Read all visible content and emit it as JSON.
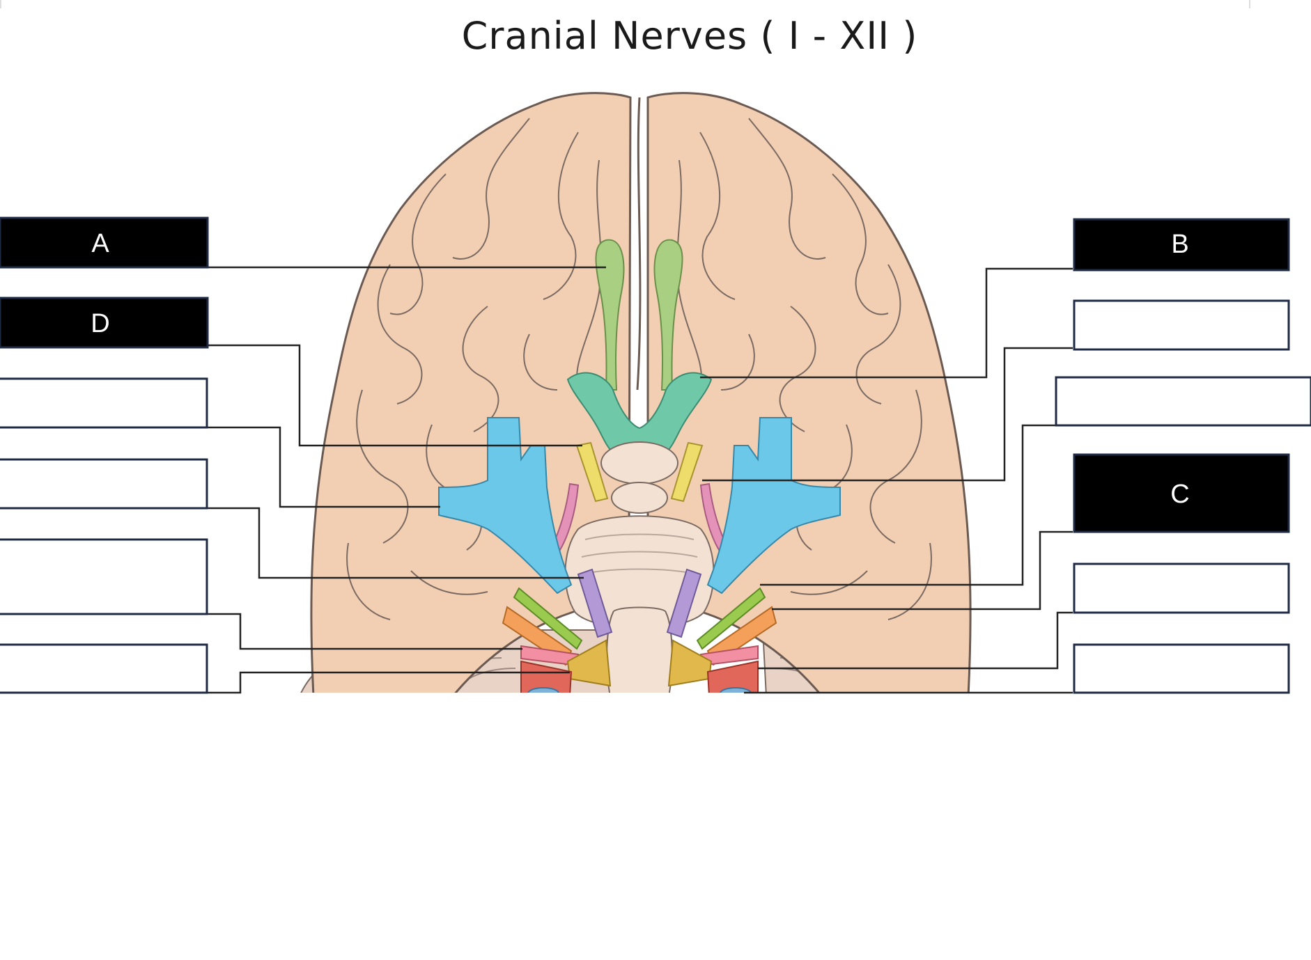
{
  "title": "Cranial Nerves ( I - XII )",
  "labels": {
    "A": "A",
    "B": "B",
    "C": "C",
    "D": "D"
  },
  "colors": {
    "brain": "#f2cfb3",
    "brain_outline": "#6b5a52",
    "olfactory": "#a9cf82",
    "optic": "#6fc9a8",
    "oculomotor": "#eedd6a",
    "trochlear": "#e592b8",
    "trigeminal": "#6cc8e8",
    "abducens": "#b39ad6",
    "facial": "#9acb4f",
    "vestibulocochlear": "#f4a05a",
    "glossopharyngeal": "#f28fa2",
    "vagus": "#e0b84c",
    "accessory": "#e0675a",
    "hypoglossal": "#7fb2d8",
    "label_box_filled": "#000000",
    "label_box_border": "#1f2a44"
  }
}
